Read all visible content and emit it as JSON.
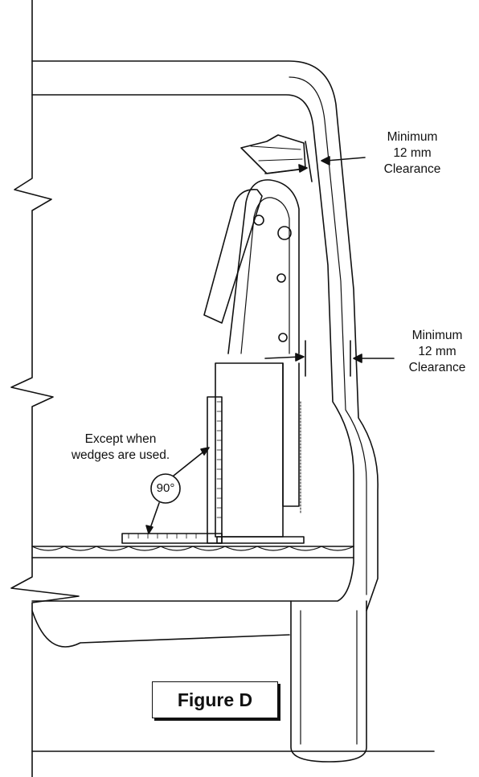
{
  "clearance_top": {
    "line1": "Minimum",
    "line2": "12 mm",
    "line3": "Clearance"
  },
  "clearance_side": {
    "line1": "Minimum",
    "line2": "12 mm",
    "line3": "Clearance"
  },
  "except_note": {
    "line1": "Except when",
    "line2": "wedges are used."
  },
  "square_angle": "90°",
  "figure_label": "Figure D",
  "colors": {
    "line": "#111111",
    "background": "#ffffff"
  }
}
